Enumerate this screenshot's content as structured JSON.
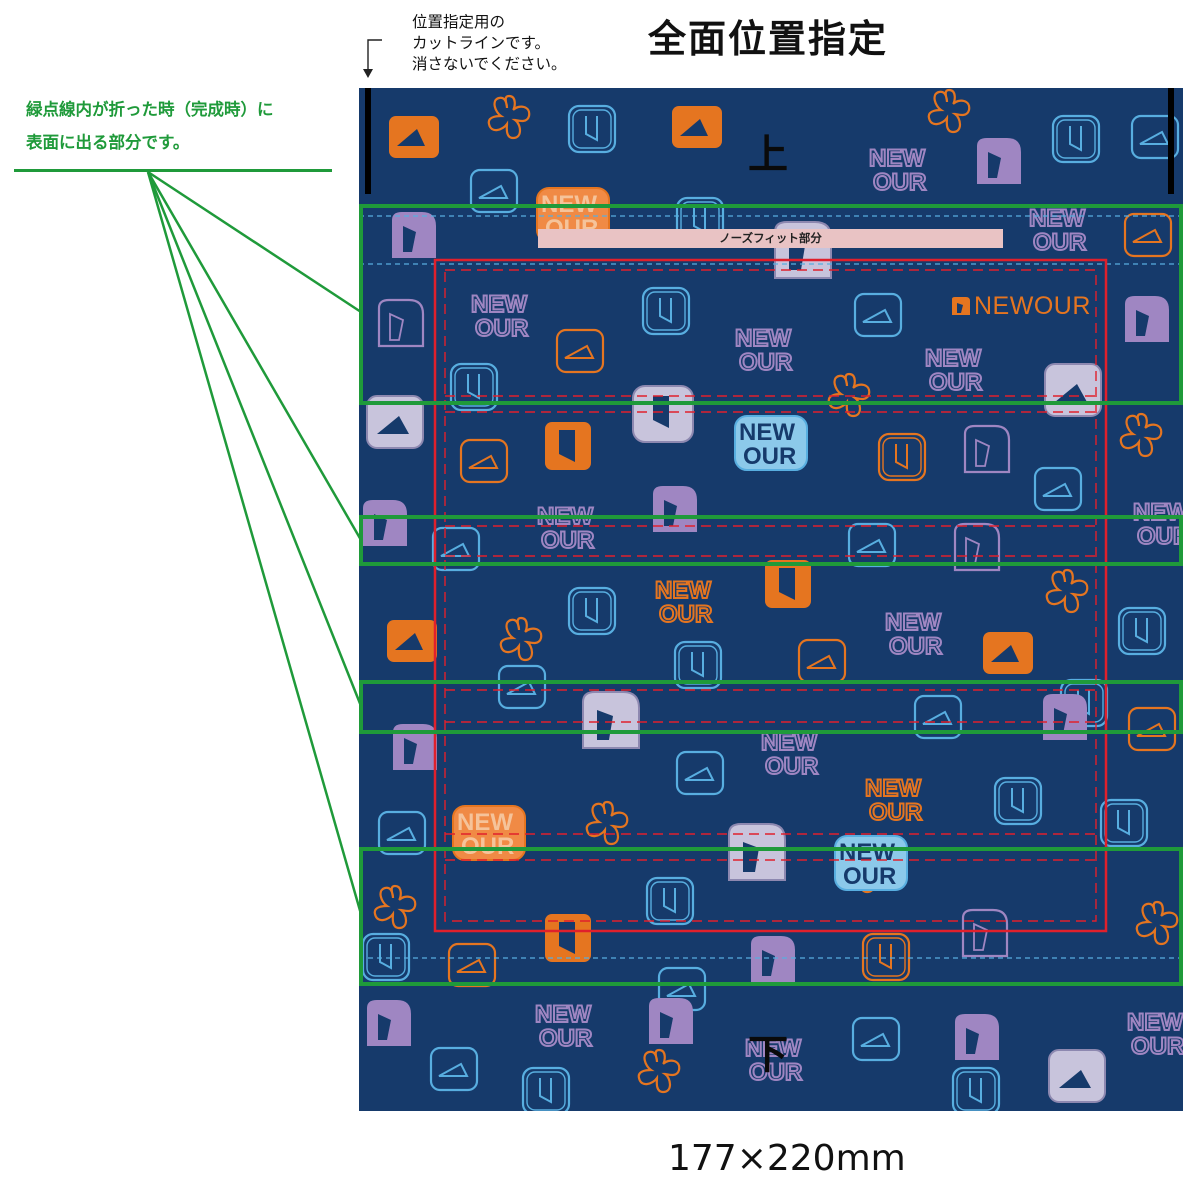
{
  "header": {
    "title": "全面位置指定"
  },
  "cut_line_note": {
    "line1": "位置指定用の",
    "line2": "カットラインです。",
    "line3": "消さないでください。"
  },
  "green_note": {
    "line1": "緑点線内が折った時（完成時）に",
    "line2": "表面に出る部分です。"
  },
  "mask": {
    "top_label": "上",
    "bottom_label": "下",
    "nose_fit_label": "ノーズフィット部分",
    "brand_name": "NEWOUR",
    "size_label": "177×220mm"
  },
  "colors": {
    "background": "#163a6b",
    "orange": "#e57520",
    "purple": "#9f86c2",
    "blue_outline": "#58aee0",
    "green_marker": "#1f9a3a",
    "red_cut": "#e0202c",
    "nose_fit_bar": "#e9c3c4"
  }
}
